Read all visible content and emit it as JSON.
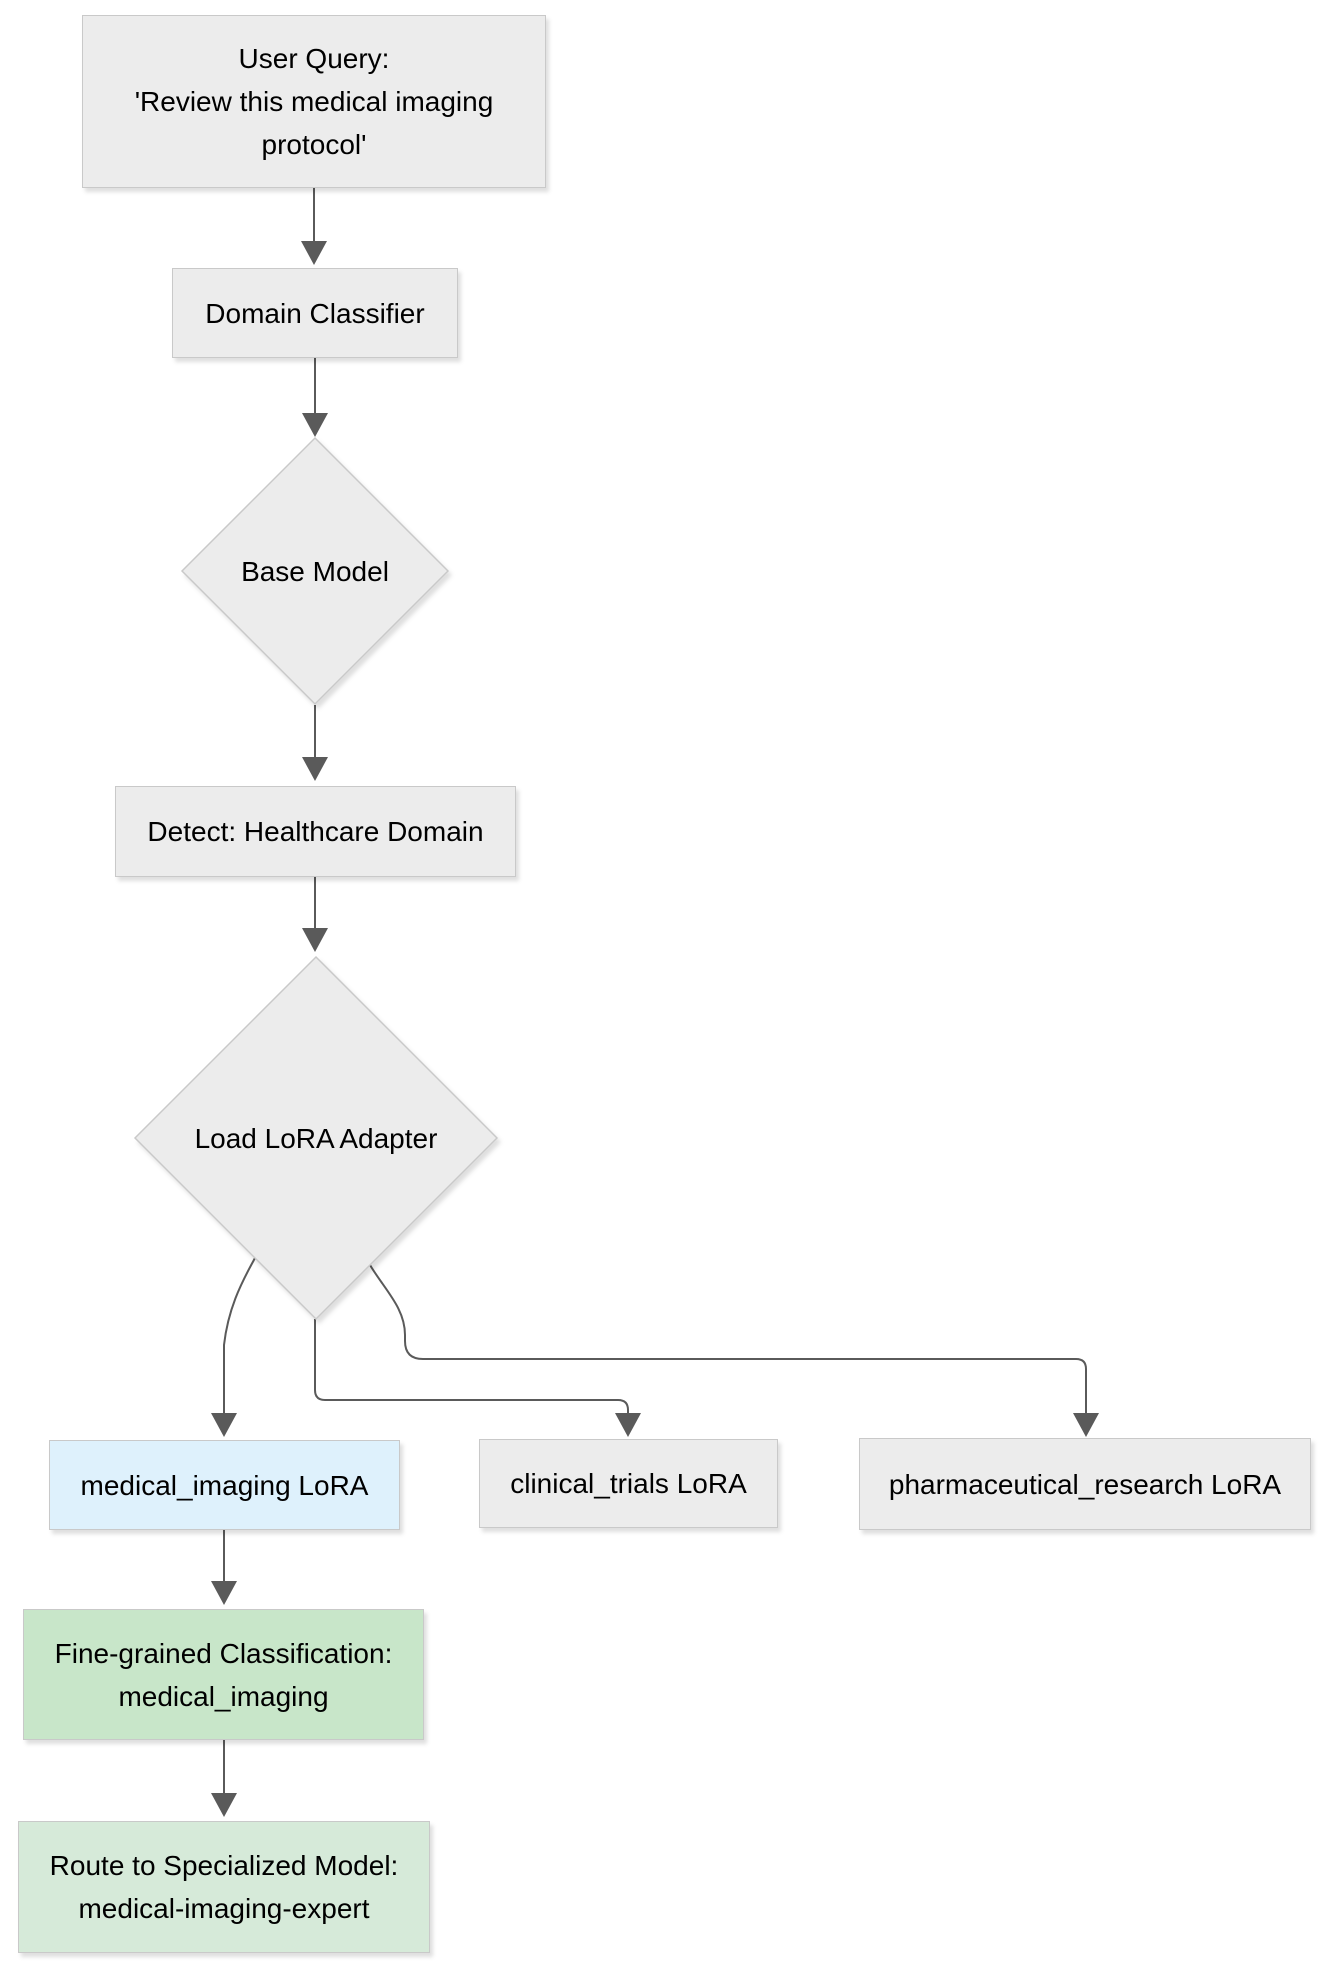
{
  "diagram": {
    "type": "flowchart",
    "direction": "top-down",
    "nodes": {
      "user_query": {
        "shape": "rect",
        "lines": [
          "User Query:",
          "'Review this medical imaging",
          "protocol'"
        ]
      },
      "domain_classifier": {
        "shape": "rect",
        "label": "Domain Classifier"
      },
      "base_model": {
        "shape": "diamond",
        "label": "Base Model"
      },
      "detect_healthcare": {
        "shape": "rect",
        "label": "Detect: Healthcare Domain"
      },
      "load_lora_adapter": {
        "shape": "diamond",
        "label": "Load LoRA Adapter"
      },
      "medical_imaging_lora": {
        "shape": "rect",
        "label": "medical_imaging LoRA",
        "highlighted": true
      },
      "clinical_trials_lora": {
        "shape": "rect",
        "label": "clinical_trials LoRA"
      },
      "pharmaceutical_research_lora": {
        "shape": "rect",
        "label": "pharmaceutical_research LoRA"
      },
      "fine_grained_classification": {
        "shape": "rect",
        "lines": [
          "Fine-grained Classification:",
          "medical_imaging"
        ]
      },
      "route_to_specialized_model": {
        "shape": "rect",
        "lines": [
          "Route to Specialized Model:",
          "medical-imaging-expert"
        ]
      }
    },
    "edges": [
      {
        "from": "user_query",
        "to": "domain_classifier"
      },
      {
        "from": "domain_classifier",
        "to": "base_model"
      },
      {
        "from": "base_model",
        "to": "detect_healthcare"
      },
      {
        "from": "detect_healthcare",
        "to": "load_lora_adapter"
      },
      {
        "from": "load_lora_adapter",
        "to": "medical_imaging_lora"
      },
      {
        "from": "load_lora_adapter",
        "to": "clinical_trials_lora"
      },
      {
        "from": "load_lora_adapter",
        "to": "pharmaceutical_research_lora"
      },
      {
        "from": "medical_imaging_lora",
        "to": "fine_grained_classification"
      },
      {
        "from": "fine_grained_classification",
        "to": "route_to_specialized_model"
      }
    ],
    "colors": {
      "node_fill": "#ececec",
      "node_border": "#c9c9c9",
      "highlight_fill": "#def1fc",
      "green_fill": "#c8e6c9",
      "green_fill_light": "#d6ead9",
      "edge": "#5a5a5a",
      "text": "#000000"
    }
  }
}
